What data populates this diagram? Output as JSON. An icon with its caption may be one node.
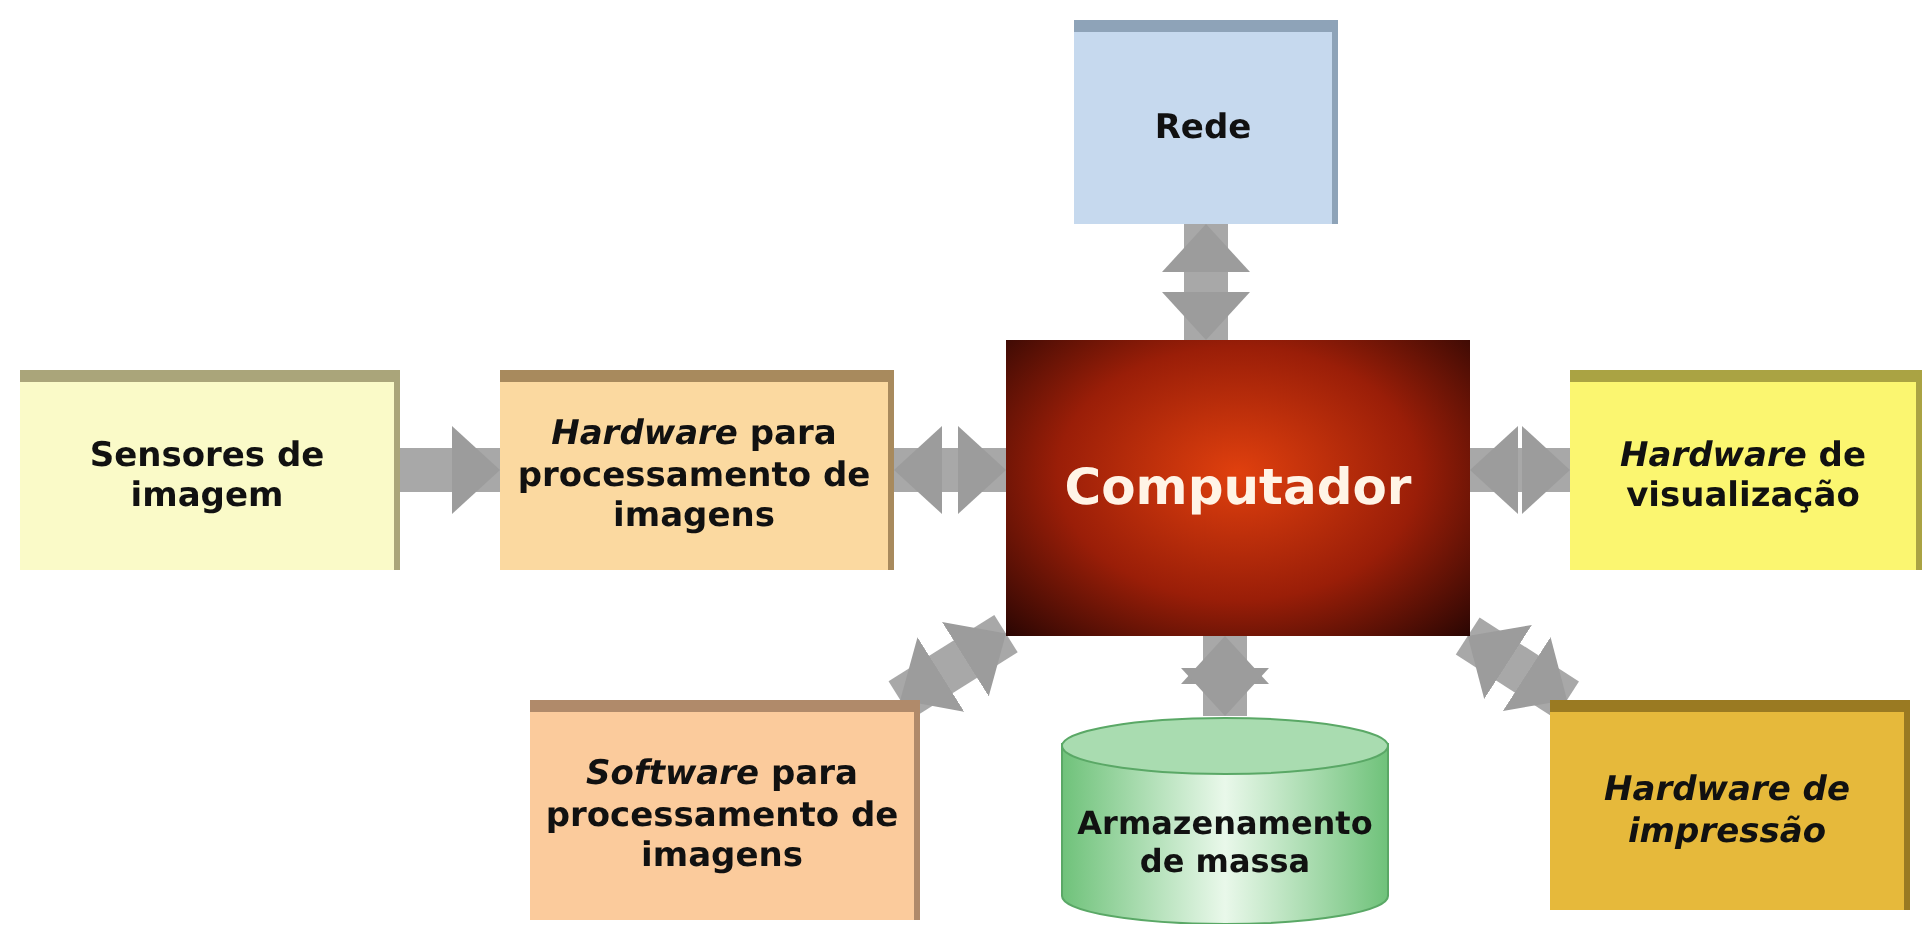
{
  "diagram": {
    "nodes": [
      {
        "text": [
          "Rede"
        ]
      },
      {
        "text": [
          "Sensores de imagem"
        ]
      },
      {
        "text": [
          "*Hardware* para processamento de imagens"
        ]
      },
      {
        "text": [
          "Computador"
        ]
      },
      {
        "text": [
          "*Hardware* de visualização"
        ]
      },
      {
        "text": [
          "*Software* para processamento de imagens"
        ]
      },
      {
        "text": [
          "Armazenamento de massa"
        ]
      },
      {
        "text": [
          "*Hardware* *de impressão*"
        ]
      }
    ],
    "edges": [
      {
        "from": 1,
        "to": 2,
        "arrow": "to"
      },
      {
        "from": 3,
        "to": 0,
        "arrow": "both"
      },
      {
        "from": 3,
        "to": 2,
        "arrow": "both"
      },
      {
        "from": 3,
        "to": 4,
        "arrow": "both"
      },
      {
        "from": 3,
        "to": 5,
        "arrow": "both"
      },
      {
        "from": 3,
        "to": 6,
        "arrow": "both"
      },
      {
        "from": 3,
        "to": 7,
        "arrow": "both"
      }
    ]
  }
}
